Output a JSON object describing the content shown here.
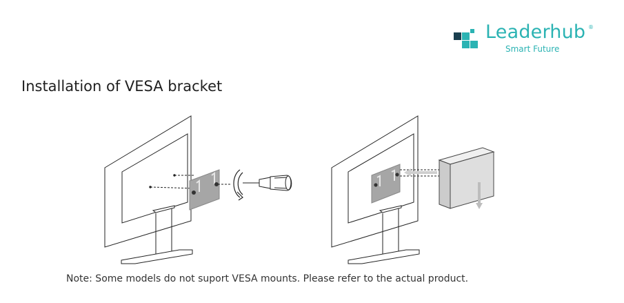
{
  "brand": {
    "name": "Leaderhub",
    "registered_mark": "®",
    "tagline": "Smart Future",
    "logo_icon": "leaderhub-logo-mark",
    "color": "#2bb3b3"
  },
  "section": {
    "title": "Installation of VESA bracket"
  },
  "illustrations": [
    {
      "icon": "monitor-bracket-screw-icon",
      "tool_icon": "screwdriver-icon",
      "rotation_icon": "rotation-arrow-icon"
    },
    {
      "icon": "monitor-mini-pc-mount-icon",
      "direction_icon": "arrow-left-icon",
      "slide_icon": "arrow-down-icon"
    }
  ],
  "note": {
    "text": "Note: Some models do not suport VESA mounts. Please refer to the actual product."
  }
}
